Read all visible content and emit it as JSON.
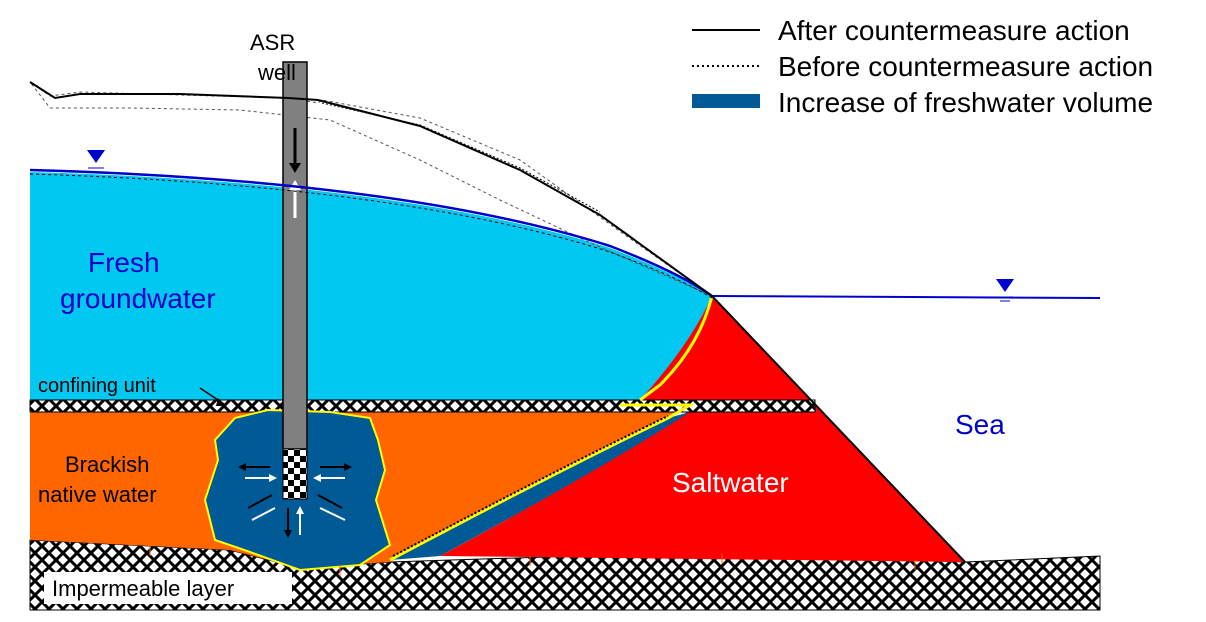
{
  "labels": {
    "asr_well_line1": "ASR",
    "asr_well_line2": "well",
    "fresh_line1": "Fresh",
    "fresh_line2": "groundwater",
    "confining_unit": "confining unit",
    "brackish_line1": "Brackish",
    "brackish_line2": "native water",
    "saltwater": "Saltwater",
    "sea": "Sea",
    "impermeable": "Impermeable layer"
  },
  "legend": {
    "after": "After countermeasure action",
    "before": "Before countermeasure action",
    "increase": "Increase of freshwater volume"
  },
  "colors": {
    "fresh": "#00c8f0",
    "brackish": "#ff6600",
    "salt": "#ff0000",
    "asr_zone": "#005a96",
    "well": "#808080",
    "water_table": "#0000cc",
    "interface": "#ffff00",
    "label_blue": "#0000cc"
  },
  "icons": {
    "water_level": "inverted-triangle-water-level-icon"
  }
}
